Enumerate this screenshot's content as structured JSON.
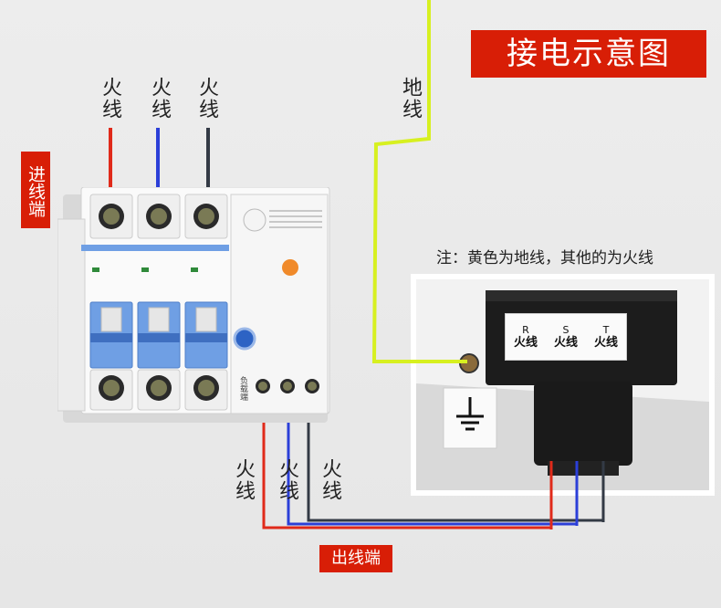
{
  "title": "接电示意图",
  "incoming_label": "进线端",
  "outgoing_label": "出线端",
  "ground_label": "地线",
  "note": "注：黄色为地线，其他的为火线",
  "breaker_load_text": "负载端",
  "input_wire_labels": [
    "火线",
    "火线",
    "火线"
  ],
  "output_wire_labels": [
    "火线",
    "火线",
    "火线"
  ],
  "junction_terminals": [
    {
      "letter": "R",
      "label": "火线"
    },
    {
      "letter": "S",
      "label": "火线"
    },
    {
      "letter": "T",
      "label": "火线"
    }
  ],
  "colors": {
    "label_red": "#d81e06",
    "wire_red": "#e02a1a",
    "wire_blue": "#2b3fd8",
    "wire_dark": "#333a45",
    "wire_ground": "#d7f020",
    "breaker_blue": "#6f9fe4",
    "test_button_orange": "#f08a2a"
  }
}
